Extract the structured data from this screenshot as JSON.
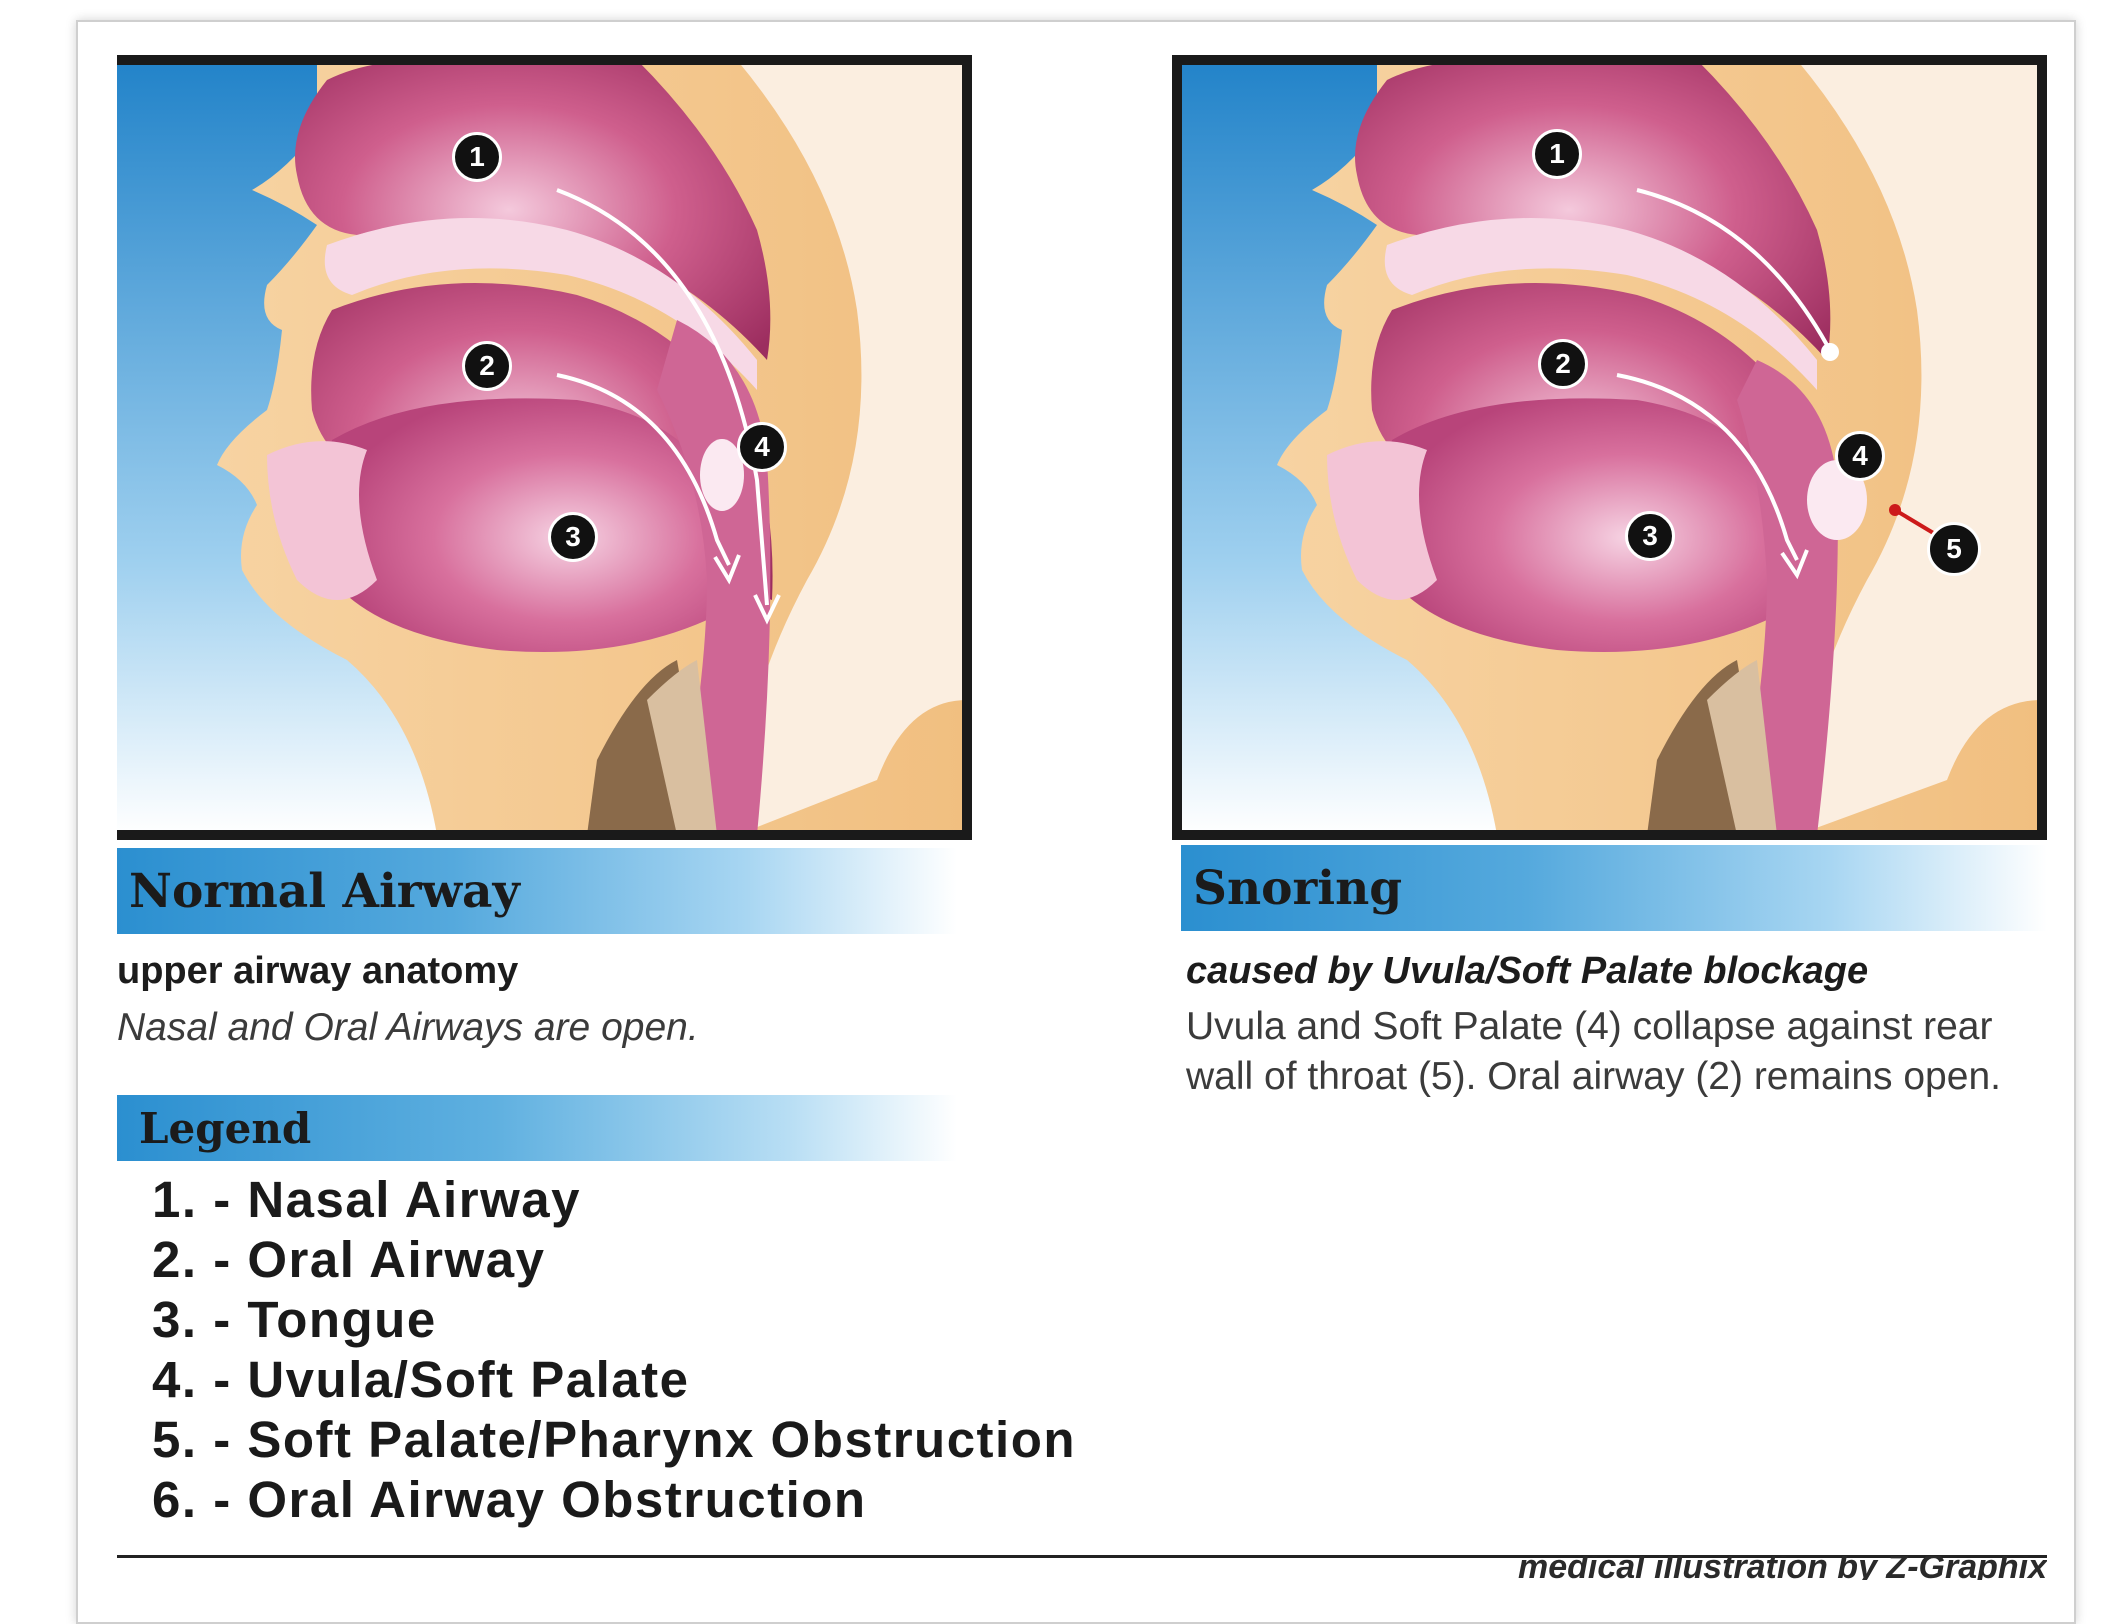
{
  "panels": [
    {
      "title": "Normal Airway",
      "subtitle": "upper airway anatomy",
      "caption": "Nasal and Oral Airways are open.",
      "markers": [
        "1",
        "2",
        "3",
        "4"
      ]
    },
    {
      "title": "Snoring",
      "subtitle": "caused by Uvula/Soft Palate blockage",
      "caption": "Uvula and Soft Palate (4) collapse against rear wall of throat (5). Oral airway (2) remains open.",
      "markers": [
        "1",
        "2",
        "3",
        "4",
        "5"
      ]
    }
  ],
  "legend": {
    "title": "Legend",
    "items": [
      "1. - Nasal Airway",
      "2. - Oral Airway",
      "3. - Tongue",
      "4. - Uvula/Soft Palate",
      "5. - Soft Palate/Pharynx Obstruction",
      "6. - Oral Airway Obstruction"
    ]
  },
  "credit": "medical illustration by Z-Graphix",
  "colors": {
    "sky_blue": "#2f8fd0",
    "skin": "#f5c98a",
    "tissue_pink": "#c94a7e",
    "marker": "#111111"
  }
}
